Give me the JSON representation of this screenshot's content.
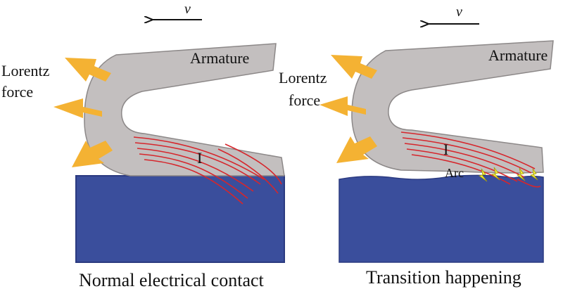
{
  "panels": {
    "left": {
      "velocity_label": "v",
      "armature_label": "Armature",
      "force_label_line1": "Lorentz",
      "force_label_line2": "force",
      "current_label": "I",
      "caption": "Normal electrical contact"
    },
    "right": {
      "velocity_label": "v",
      "armature_label": "Armature",
      "force_label_line1": "Lorentz",
      "force_label_line2": "force",
      "current_label": "I",
      "arc_label": "Arc",
      "caption": "Transition happening"
    }
  },
  "colors": {
    "armature": "#c3bfbf",
    "armature_stroke": "#8c8888",
    "rail": "#3a4e9c",
    "rail_stroke": "#2b3a80",
    "arrow": "#f4b233",
    "current_lines": "#d6262c",
    "arc_spark": "#f3ee3a"
  },
  "icons": [
    "velocity-arrow-icon",
    "lorentz-force-arrow-icon",
    "arc-spark-icon"
  ]
}
